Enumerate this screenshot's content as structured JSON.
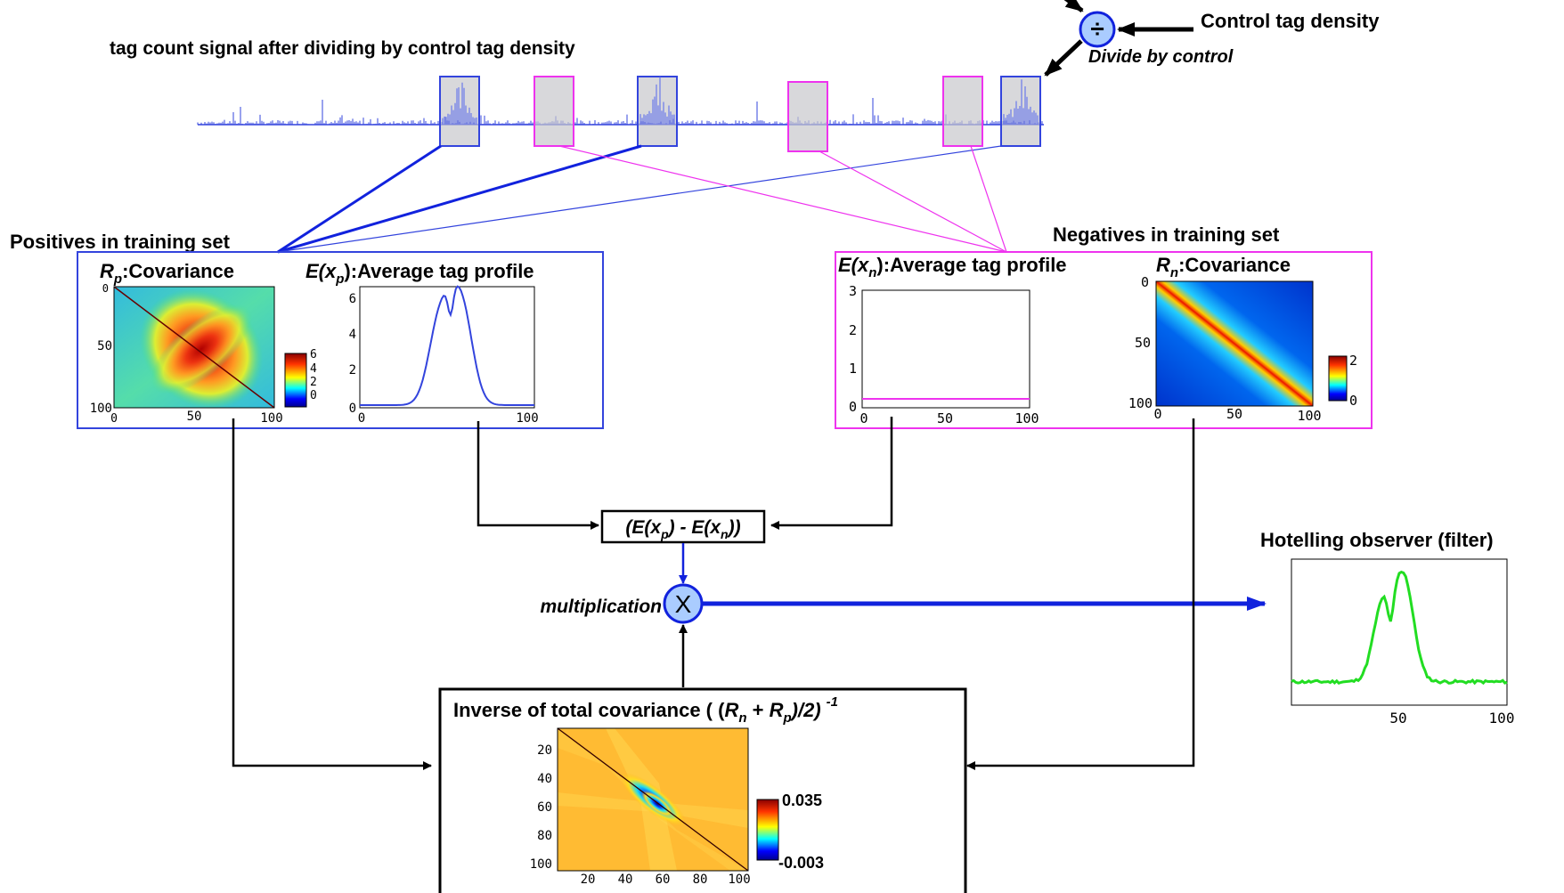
{
  "top": {
    "title": "tag count signal after dividing by control tag density",
    "control_label": "Control tag density",
    "divide_label": "Divide by control",
    "divide_symbol": "÷"
  },
  "positives": {
    "section_title": "Positives in training set",
    "cov_title_symbol": "R",
    "cov_title_sub": "p",
    "cov_title_rest": ":Covariance",
    "cov_xticks": [
      "0",
      "50",
      "100"
    ],
    "cov_yticks": [
      "0",
      "50",
      "100"
    ],
    "cov_colorbar_ticks": [
      "6",
      "4",
      "2",
      "0"
    ],
    "avg_title_pre": "E(x",
    "avg_title_sub": "p",
    "avg_title_rest": "):Average tag profile",
    "avg_xticks": [
      "0",
      "100"
    ],
    "avg_yticks": [
      "6",
      "4",
      "2",
      "0"
    ]
  },
  "negatives": {
    "section_title": "Negatives in training set",
    "avg_title_pre": "E(x",
    "avg_title_sub": "n",
    "avg_title_rest": "):Average tag profile",
    "avg_xticks": [
      "0",
      "50",
      "100"
    ],
    "avg_yticks": [
      "3",
      "2",
      "1",
      "0"
    ],
    "cov_title_symbol": "R",
    "cov_title_sub": "n",
    "cov_title_rest": ":Covariance",
    "cov_xticks": [
      "0",
      "50",
      "100"
    ],
    "cov_yticks": [
      "0",
      "50",
      "100"
    ],
    "cov_colorbar_ticks": [
      "2",
      "0"
    ]
  },
  "difference": {
    "pre": "(E(x",
    "sub1": "p",
    "mid": ") - E(x",
    "sub2": "n",
    "post": "))"
  },
  "multiplication": {
    "label": "multiplication",
    "symbol": "X"
  },
  "inverse": {
    "title_pre": "Inverse of total covariance ( (",
    "r1": "R",
    "r1_sub": "n",
    "plus": " + ",
    "r2": "R",
    "r2_sub": "p",
    "title_post": ")/2)",
    "exponent": "-1",
    "xticks": [
      "20",
      "40",
      "60",
      "80",
      "100"
    ],
    "yticks": [
      "20",
      "40",
      "60",
      "80",
      "100"
    ],
    "colorbar_max": "0.035",
    "colorbar_min": "-0.003"
  },
  "hotelling": {
    "title": "Hotelling observer (filter)",
    "xticks": [
      "50",
      "100"
    ]
  },
  "colors": {
    "positive": "#3344dd",
    "negative": "#ee33ee",
    "filter": "#22dd22",
    "arrow_blue": "#1122dd",
    "node_fill": "#aaccff"
  }
}
